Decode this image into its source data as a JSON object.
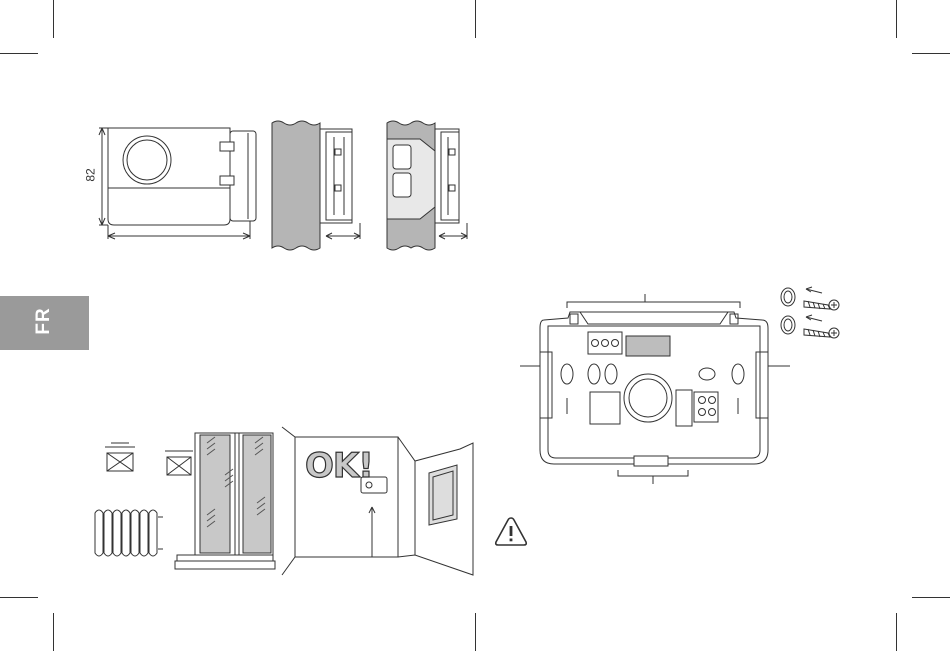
{
  "language_tab": {
    "label": "FR",
    "color": "#9a9a9a"
  },
  "dimensions": {
    "height_label": "82"
  },
  "placement": {
    "ok_label": "OK!"
  },
  "icons": {
    "warning": "warning-triangle-icon",
    "not_allowed": "crossed-box-icon",
    "screws": "wall-plug-screw-icon"
  }
}
